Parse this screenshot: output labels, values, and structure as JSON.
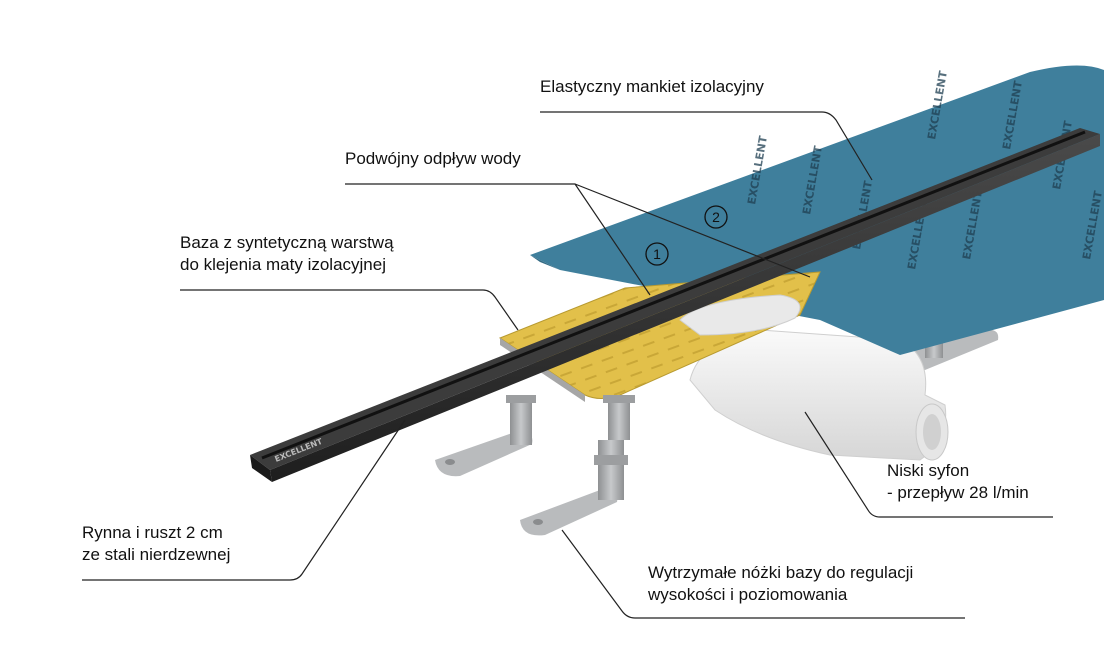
{
  "labels": {
    "cuff": [
      "Elastyczny mankiet izolacyjny"
    ],
    "double_drain": [
      "Podwójny odpływ wody"
    ],
    "base": [
      "Baza z syntetyczną warstwą",
      "do klejenia maty izolacyjnej"
    ],
    "siphon": [
      "Niski syfon",
      "- przepływ 28 l/min"
    ],
    "gutter": [
      "Rynna i ruszt 2 cm",
      "ze stali nierdzewnej"
    ],
    "feet": [
      "Wytrzymałe nóżki bazy do regulacji",
      "wysokości i poziomowania"
    ]
  },
  "markers": [
    "1",
    "2"
  ],
  "brand": "EXCELLENT",
  "colors": {
    "membrane": "#3f7f9c",
    "base_plate": "#e2c04a",
    "gutter": "#2b2b2b",
    "siphon": "#f1f1f1",
    "feet": "#b9bbbd",
    "leader": "#222222"
  }
}
